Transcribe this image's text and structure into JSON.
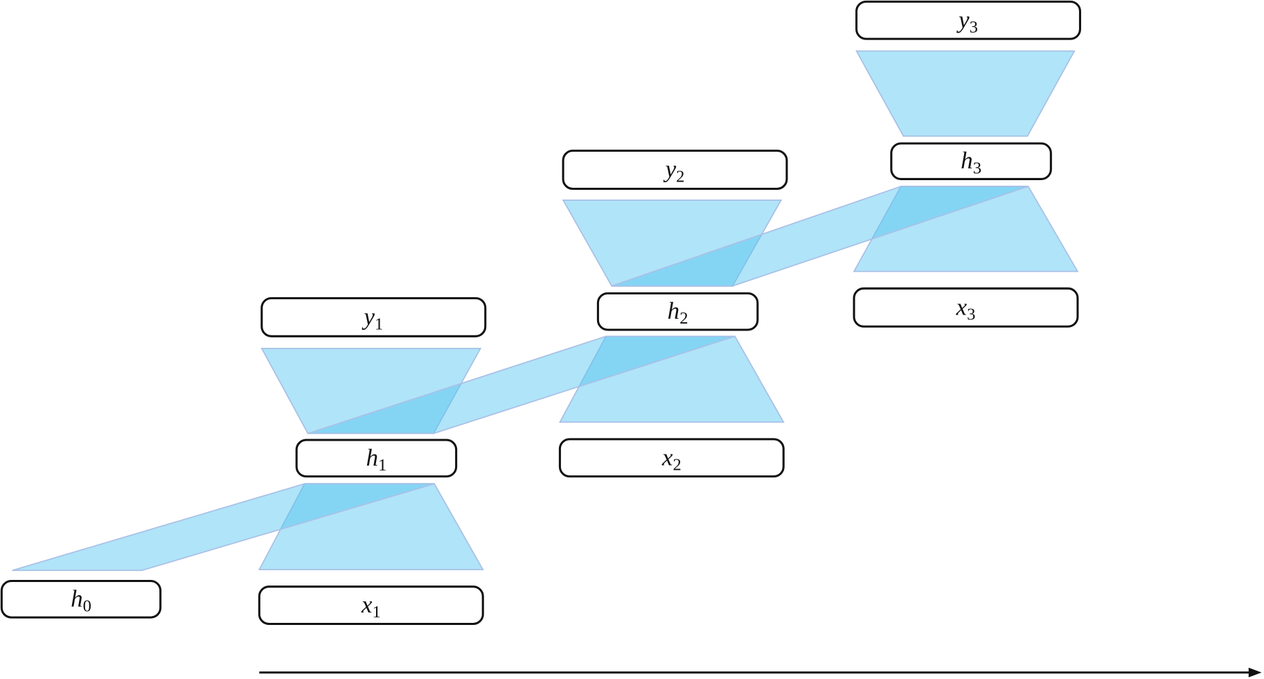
{
  "nodes": [
    {
      "id": "h0",
      "var": "h",
      "sub": "0"
    },
    {
      "id": "x1",
      "var": "x",
      "sub": "1"
    },
    {
      "id": "h1",
      "var": "h",
      "sub": "1"
    },
    {
      "id": "y1",
      "var": "y",
      "sub": "1"
    },
    {
      "id": "x2",
      "var": "x",
      "sub": "2"
    },
    {
      "id": "h2",
      "var": "h",
      "sub": "2"
    },
    {
      "id": "y2",
      "var": "y",
      "sub": "2"
    },
    {
      "id": "x3",
      "var": "x",
      "sub": "3"
    },
    {
      "id": "h3",
      "var": "h",
      "sub": "3"
    },
    {
      "id": "y3",
      "var": "y",
      "sub": "3"
    }
  ],
  "edges": [
    {
      "from": "x1",
      "to": "h1"
    },
    {
      "from": "h0",
      "to": "h1"
    },
    {
      "from": "h1",
      "to": "y1"
    },
    {
      "from": "x2",
      "to": "h2"
    },
    {
      "from": "h1",
      "to": "h2"
    },
    {
      "from": "h2",
      "to": "y2"
    },
    {
      "from": "x3",
      "to": "h3"
    },
    {
      "from": "h2",
      "to": "h3"
    },
    {
      "from": "h3",
      "to": "y3"
    }
  ],
  "colors": {
    "shape_fill": "#b0e4f8",
    "overlap_fill": "#7cd4f5",
    "shape_stroke": "#a9c0e6",
    "box_stroke": "#111111"
  },
  "time_arrow": "right"
}
